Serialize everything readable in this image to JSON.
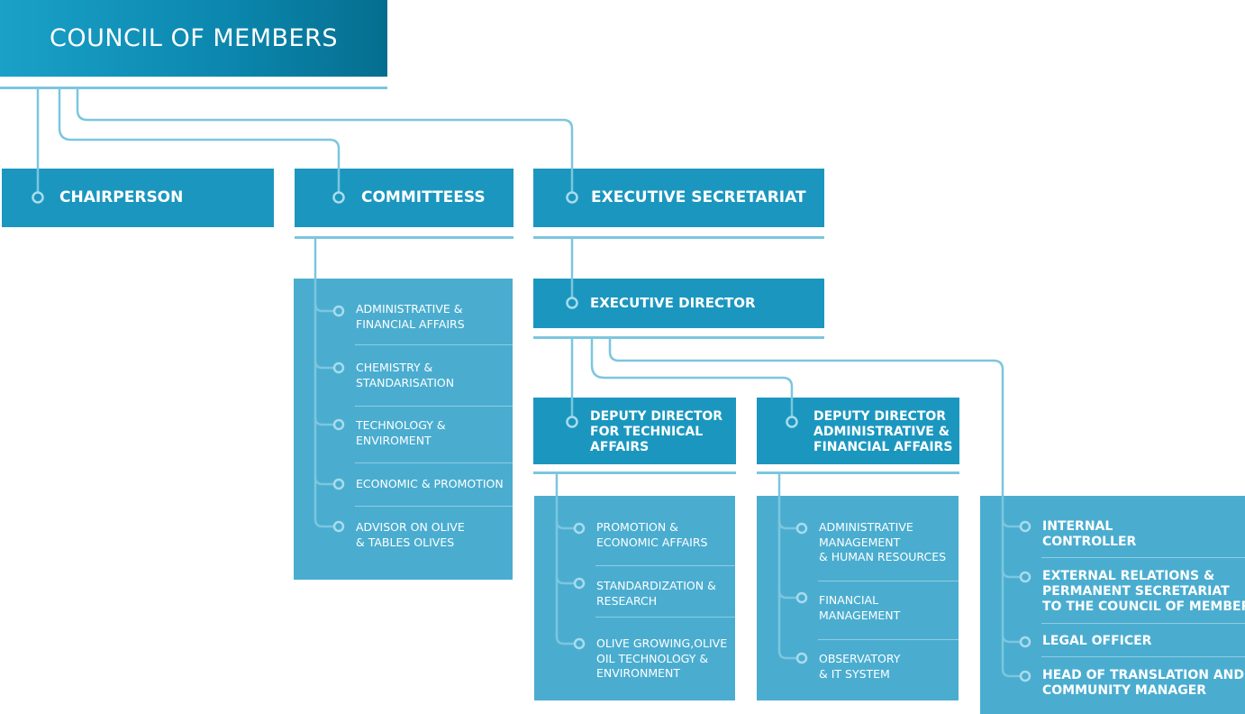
{
  "council": {
    "title": "COUNCIL OF MEMBERS"
  },
  "top_level": {
    "chairperson": "CHAIRPERSON",
    "committees": "COMMITTEESS",
    "executive_secretariat": "EXECUTIVE SECRETARIAT"
  },
  "committees_list": [
    [
      "ADMINISTRATIVE &",
      "FINANCIAL AFFAIRS"
    ],
    [
      "CHEMISTRY &",
      "STANDARISATION"
    ],
    [
      "TECHNOLOGY &",
      "ENVIROMENT"
    ],
    [
      "ECONOMIC & PROMOTION"
    ],
    [
      "ADVISOR ON OLIVE",
      "& TABLES OLIVES"
    ]
  ],
  "executive_director": "EXECUTIVE DIRECTOR",
  "deputy_technical": [
    "DEPUTY DIRECTOR",
    "FOR TECHNICAL",
    "AFFAIRS"
  ],
  "deputy_admin": [
    "DEPUTY DIRECTOR",
    "ADMINISTRATIVE &",
    "FINANCIAL AFFAIRS"
  ],
  "technical_units": [
    [
      "PROMOTION &",
      "ECONOMIC AFFAIRS"
    ],
    [
      "STANDARDIZATION &",
      "RESEARCH"
    ],
    [
      "OLIVE GROWING,OLIVE",
      "OIL TECHNOLOGY &",
      "ENVIRONMENT"
    ]
  ],
  "admin_units": [
    [
      "ADMINISTRATIVE",
      "MANAGEMENT",
      "& HUMAN RESOURCES"
    ],
    [
      "FINANCIAL",
      "MANAGEMENT"
    ],
    [
      "OBSERVATORY",
      "& IT SYSTEM"
    ]
  ],
  "director_units": [
    [
      "INTERNAL",
      "CONTROLLER"
    ],
    [
      "EXTERNAL RELATIONS &",
      "PERMANENT SECRETARIAT",
      "TO THE COUNCIL OF MEMBERS"
    ],
    [
      "LEGAL OFFICER"
    ],
    [
      "HEAD OF TRANSLATION AND",
      "COMMUNITY MANAGER"
    ]
  ],
  "colors": {
    "header_dark": "#056e8f",
    "box_dark": "#1b97bf",
    "box_light": "#4aadd0",
    "connector": "#7cc6df"
  }
}
